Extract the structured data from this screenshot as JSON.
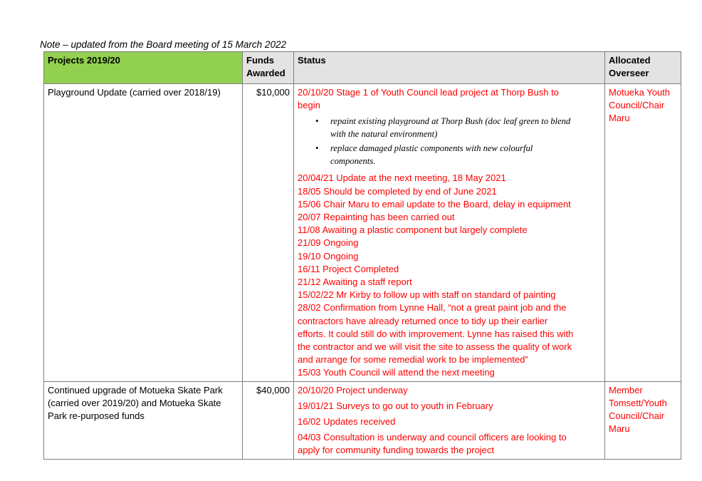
{
  "note": "Note – updated from the Board meeting of 15 March 2022",
  "table": {
    "headers": {
      "project": "Projects 2019/20",
      "funds_line1": "Funds",
      "funds_line2": "Awarded",
      "status": "Status",
      "overseer_line1": "Allocated",
      "overseer_line2": "Overseer"
    },
    "rows": [
      {
        "project": "Playground Update (carried over 2018/19)",
        "funds": "$10,000",
        "status_intro_1": "20/10/20 Stage 1 of Youth Council lead project at Thorp Bush to",
        "status_intro_2": "begin",
        "bullets": [
          {
            "line1": "repaint existing playground at Thorp Bush (doc leaf green to blend",
            "line2": "with the natural environment)"
          },
          {
            "line1": "replace damaged plastic components with new colourful",
            "line2": "components."
          }
        ],
        "updates": [
          "20/04/21 Update at the next meeting, 18 May 2021",
          "18/05 Should be completed by end of June 2021",
          "15/06 Chair Maru to email update to the Board, delay in equipment",
          "20/07 Repainting has been carried out",
          "11/08 Awaiting a plastic component but largely complete",
          "21/09 Ongoing",
          "19/10 Ongoing",
          "16/11 Project Completed",
          "21/12 Awaiting a staff report",
          "15/02/22 Mr Kirby to follow up with staff on standard of painting",
          "28/02 Confirmation from Lynne Hall, “not a great paint job and the",
          "contractors have already returned once to tidy up their earlier",
          "efforts.  It could still do with improvement. Lynne has raised this with",
          "the contractor and we will visit the site to assess the quality of work",
          "and arrange for some remedial work to be implemented”",
          "15/03 Youth Council will attend the next meeting"
        ],
        "overseer": [
          "Motueka Youth",
          "Council/Chair",
          "Maru"
        ]
      },
      {
        "project": [
          "Continued upgrade of Motueka Skate Park",
          "(carried over 2019/20) and Motueka Skate",
          "Park re-purposed funds"
        ],
        "funds": "$40,000",
        "updates": [
          "20/10/20 Project underway",
          "19/01/21 Surveys to go out to youth in February",
          "16/02 Updates received",
          "04/03 Consultation is underway and council officers are looking to",
          "apply for community funding towards the project"
        ],
        "overseer": [
          "Member",
          "Tomsett/Youth",
          "Council/Chair",
          "Maru"
        ]
      }
    ]
  }
}
